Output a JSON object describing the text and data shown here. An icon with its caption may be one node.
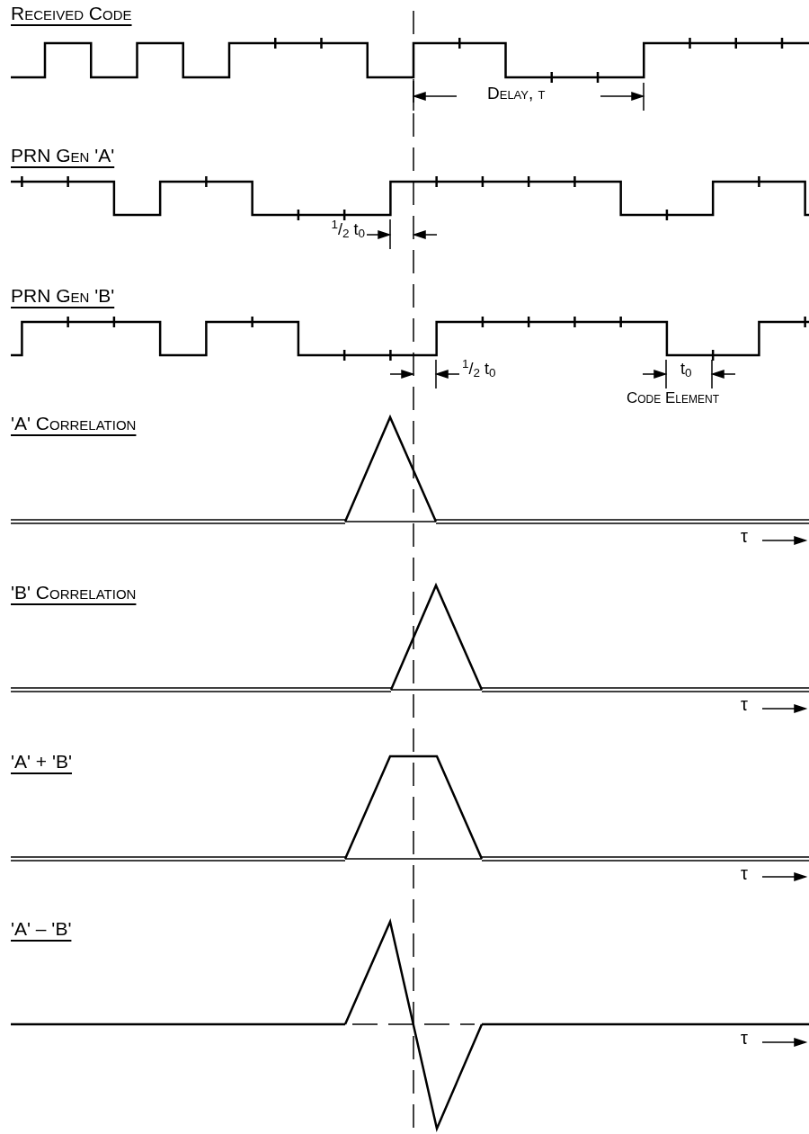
{
  "diagram": {
    "labels": [
      "Received Code",
      "Delay, τ",
      "PRN Gen 'A'",
      "$^{1}$/$_{2}$ t$_{0}$",
      "PRN Gen 'B'",
      "$^{1}$/$_{2}$ t$_{0}$",
      "t$_{0}$",
      "Code Element",
      "'A' Correlation",
      "τ",
      "'B' Correlation",
      "τ",
      "'A' + 'B'",
      "τ",
      "'A' – 'B'",
      "τ"
    ]
  }
}
